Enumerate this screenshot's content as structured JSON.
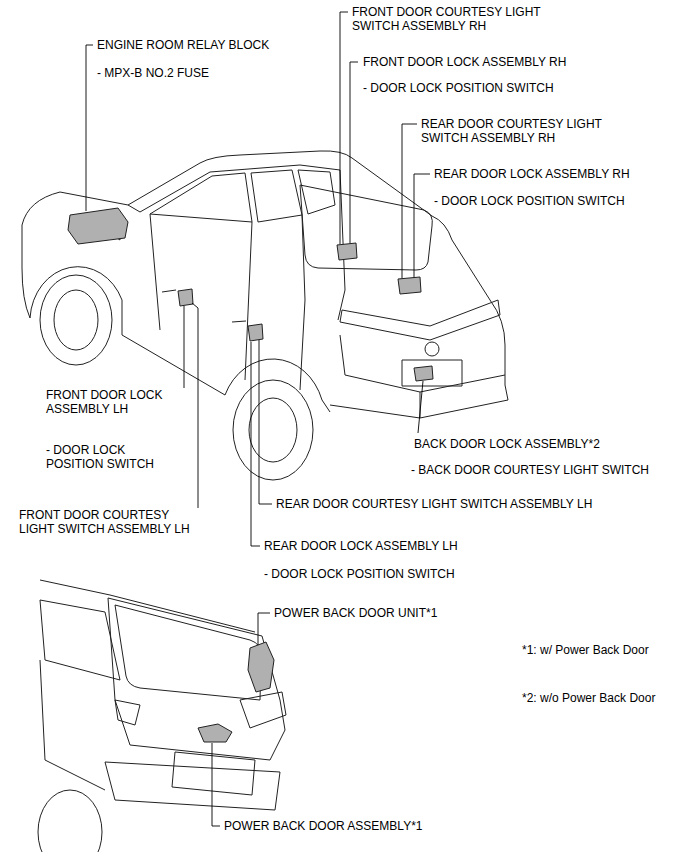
{
  "diagram": {
    "labels": [
      "ENGINE ROOM RELAY BLOCK",
      "- MPX-B NO.2 FUSE",
      "FRONT DOOR COURTESY LIGHT SWITCH ASSEMBLY RH",
      "FRONT DOOR LOCK ASSEMBLY RH",
      "- DOOR LOCK POSITION SWITCH",
      "REAR DOOR COURTESY LIGHT SWITCH ASSEMBLY RH",
      "REAR DOOR LOCK ASSEMBLY RH",
      "- DOOR LOCK POSITION SWITCH",
      "FRONT DOOR LOCK ASSEMBLY LH",
      "- DOOR LOCK POSITION SWITCH",
      "BACK DOOR LOCK ASSEMBLY*2",
      "- BACK DOOR COURTESY LIGHT SWITCH",
      "REAR DOOR COURTESY LIGHT SWITCH ASSEMBLY LH",
      "FRONT DOOR COURTESY LIGHT SWITCH ASSEMBLY LH",
      "REAR DOOR LOCK ASSEMBLY LH",
      "- DOOR LOCK POSITION SWITCH",
      "POWER BACK DOOR UNIT*1",
      "*1: w/ Power Back Door",
      "*2: w/o Power Back Door",
      "POWER BACK DOOR ASSEMBLY*1"
    ]
  }
}
